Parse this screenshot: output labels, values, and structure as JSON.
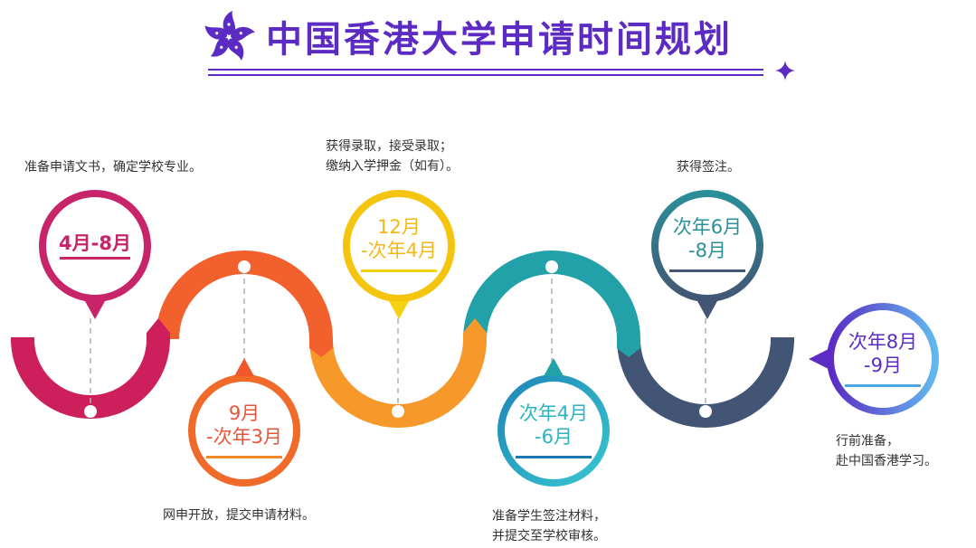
{
  "header": {
    "title": "中国香港大学申请时间规划",
    "logo_icon": "bauhinia-flower-icon",
    "decoration_icon": "sparkle-icon",
    "color": "#5b2bc4"
  },
  "timeline": [
    {
      "period_line1": "4月-8月",
      "period_line2": "",
      "description": [
        "准备申请文书，确定学校专业。"
      ],
      "color": "#c7246a",
      "position": "top"
    },
    {
      "period_line1": "9月",
      "period_line2": "-次年3月",
      "description": [
        "网申开放，提交申请材料。"
      ],
      "color": "#f06a2a",
      "position": "bottom"
    },
    {
      "period_line1": "12月",
      "period_line2": "-次年4月",
      "description": [
        "获得录取，接受录取；",
        "缴纳入学押金（如有）。"
      ],
      "color": "#f2c20f",
      "position": "top"
    },
    {
      "period_line1": "次年4月",
      "period_line2": "-6月",
      "description": [
        "准备学生签注材料，",
        "并提交至学校审核。"
      ],
      "color": "#2bb3c0",
      "position": "bottom"
    },
    {
      "period_line1": "次年6月",
      "period_line2": "-8月",
      "description": [
        "获得签注。"
      ],
      "color": "#2a8f99",
      "position": "top"
    },
    {
      "period_line1": "次年8月",
      "period_line2": "-9月",
      "description": [
        "行前准备，",
        "赴中国香港学习。"
      ],
      "color": "#5b2bc4",
      "position": "right"
    }
  ]
}
